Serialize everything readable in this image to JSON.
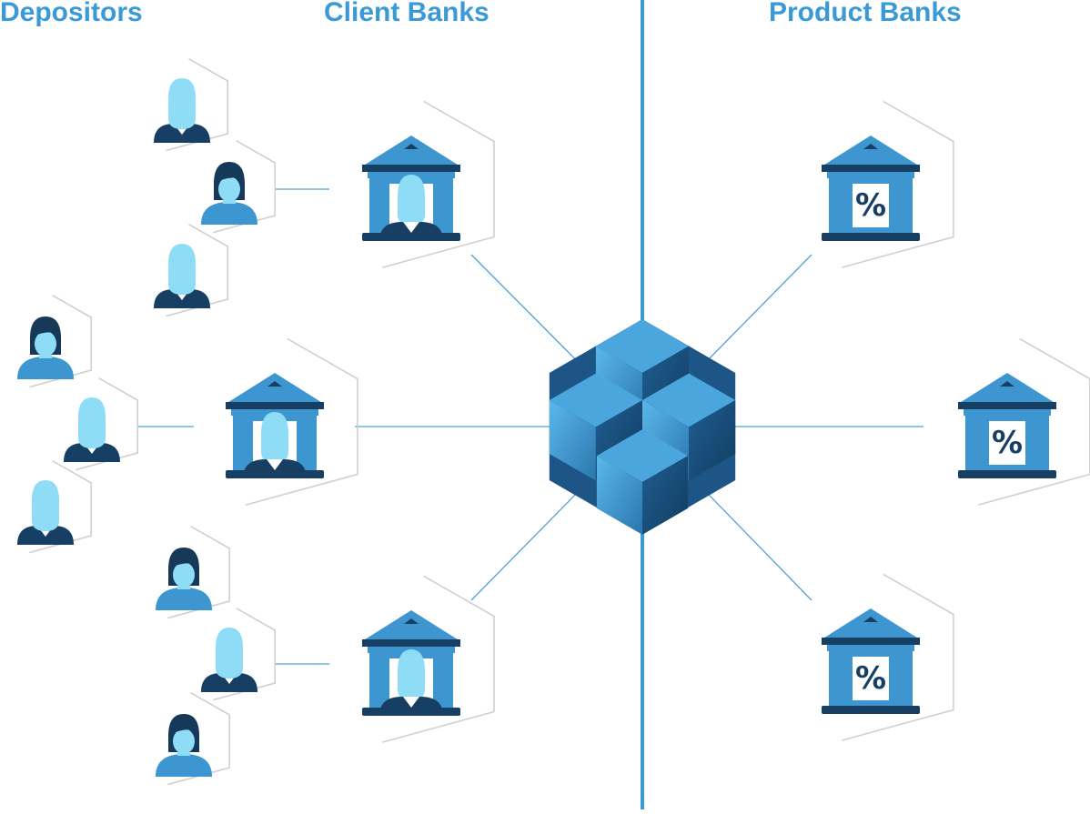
{
  "headings": {
    "depositors": "Depositors",
    "client_banks": "Client Banks",
    "product_banks": "Product Banks"
  },
  "colors": {
    "heading": "#3a9ad6",
    "divider": "#3a9ad6",
    "connector": "#4fa0d4",
    "hex_outline": "#d0d0d0",
    "bank_blue": "#3d96d0",
    "bank_dark": "#163f63",
    "person_head_light": "#8fdcf7",
    "person_hair": "#16395a",
    "person_body_blue": "#3d96d0",
    "person_body_dark": "#163f63",
    "cube_light": "#4aa6dc",
    "cube_mid": "#2a76ad",
    "cube_dark": "#123c60"
  },
  "icons": {
    "hub": "blockchain-cube-icon",
    "client_bank": "bank-with-person-icon",
    "product_bank": "bank-with-percent-icon",
    "depositor_man": "man-avatar-icon",
    "depositor_woman": "woman-avatar-icon"
  },
  "product_bank_symbol": "%",
  "client_banks": [
    {
      "id": "client-bank-top",
      "depositors": [
        "man",
        "woman",
        "man"
      ]
    },
    {
      "id": "client-bank-middle",
      "depositors": [
        "woman",
        "man",
        "man"
      ]
    },
    {
      "id": "client-bank-bottom",
      "depositors": [
        "woman",
        "man",
        "woman"
      ]
    }
  ],
  "product_banks": [
    "product-bank-top",
    "product-bank-middle",
    "product-bank-bottom"
  ]
}
